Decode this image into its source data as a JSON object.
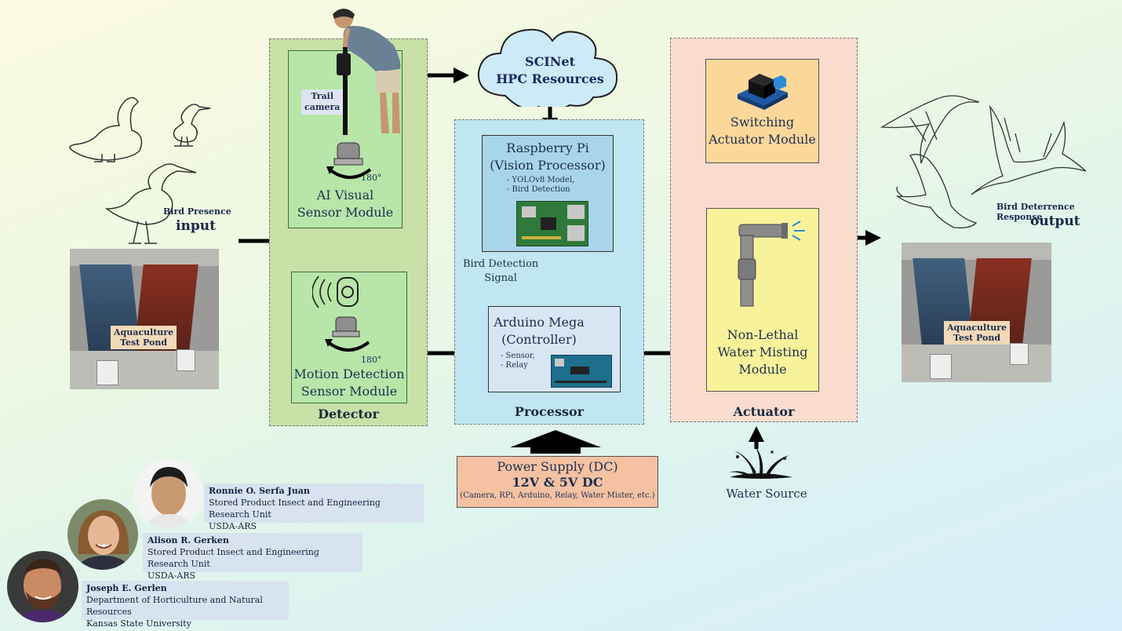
{
  "input": {
    "label_small": "Bird Presence",
    "label_big": "input"
  },
  "output": {
    "label_small": "Bird Deterrence Response",
    "label_big": "output"
  },
  "pond_label_line1": "Aquaculture",
  "pond_label_line2": "Test Pond",
  "detector": {
    "group_label": "Detector",
    "trail_camera_line1": "Trail",
    "trail_camera_line2": "camera",
    "ai_module_line1": "AI Visual",
    "ai_module_line2": "Sensor Module",
    "ai_angle": "180°",
    "motion_module_line1": "Motion Detection",
    "motion_module_line2": "Sensor Module",
    "motion_angle": "180°"
  },
  "scinet": {
    "line1": "SCINet",
    "line2": "HPC Resources"
  },
  "processor": {
    "group_label": "Processor",
    "rpi_title1": "Raspberry Pi",
    "rpi_title2": "(Vision Processor)",
    "rpi_detail1": "- YOLOv8 Model,",
    "rpi_detail2": "- Bird Detection",
    "signal_line1": "Bird Detection",
    "signal_line2": "Signal",
    "arduino_title1": "Arduino Mega",
    "arduino_title2": "(Controller)",
    "arduino_detail1": "- Sensor,",
    "arduino_detail2": "- Relay"
  },
  "power": {
    "title": "Power Supply (DC)",
    "voltage": "12V & 5V DC",
    "devices": "(Camera, RPi, Arduino, Relay, Water Mister, etc.)"
  },
  "actuator": {
    "group_label": "Actuator",
    "switch_line1": "Switching",
    "switch_line2": "Actuator Module",
    "mist_line1": "Non-Lethal",
    "mist_line2": "Water Misting",
    "mist_line3": "Module"
  },
  "water_source": "Water Source",
  "people": [
    {
      "name": "Ronnie O. Serfa Juan",
      "line1": "Stored Product Insect and Engineering Research Unit",
      "line2": "USDA-ARS"
    },
    {
      "name": "Alison R. Gerken",
      "line1": "Stored Product Insect and Engineering Research Unit",
      "line2": "USDA-ARS"
    },
    {
      "name": "Joseph E. Gerlen",
      "line1": "Department of Horticulture and Natural Resources",
      "line2": "Kansas State University"
    }
  ],
  "colors": {
    "detector_bg": "#c9e0a6",
    "processor_bg": "#bfe6f2",
    "actuator_bg": "#f8dccd",
    "rpi_box": "#a9d5ea",
    "switch_box": "#fcd79a",
    "mist_box": "#f8f39a",
    "power_box": "#f4c2a2"
  }
}
